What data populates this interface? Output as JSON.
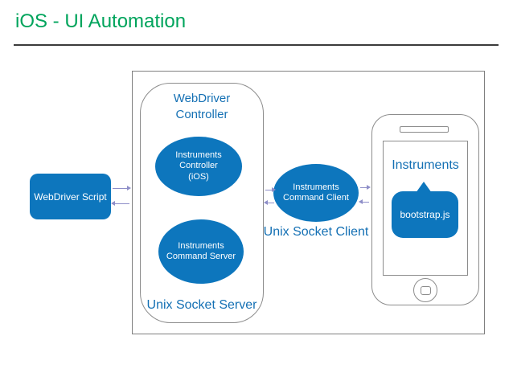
{
  "title": {
    "text": "iOS - UI Automation"
  },
  "diagram": {
    "webdriver_script": {
      "label": "WebDriver Script"
    },
    "webdriver_controller": {
      "title_line1": "WebDriver",
      "title_line2": "Controller",
      "footer": "Unix Socket Server"
    },
    "instruments_controller_ios": {
      "line1": "Instruments",
      "line2": "Controller",
      "line3": "(iOS)"
    },
    "instruments_command_server": {
      "line1": "Instruments",
      "line2": "Command Server"
    },
    "instruments_command_client": {
      "line1": "Instruments",
      "line2": "Command Client",
      "caption": "Unix Socket Client"
    },
    "iphone": {
      "app_title": "Instruments",
      "bubble_label": "bootstrap.js"
    }
  },
  "colors": {
    "title_green": "#00A45C",
    "node_fill_blue": "#0D76BD",
    "label_blue": "#1470B4",
    "arrow_periwinkle": "#8E8EC8",
    "border_gray": "#8c8c8c",
    "rule_dark": "#3b3b3b"
  }
}
